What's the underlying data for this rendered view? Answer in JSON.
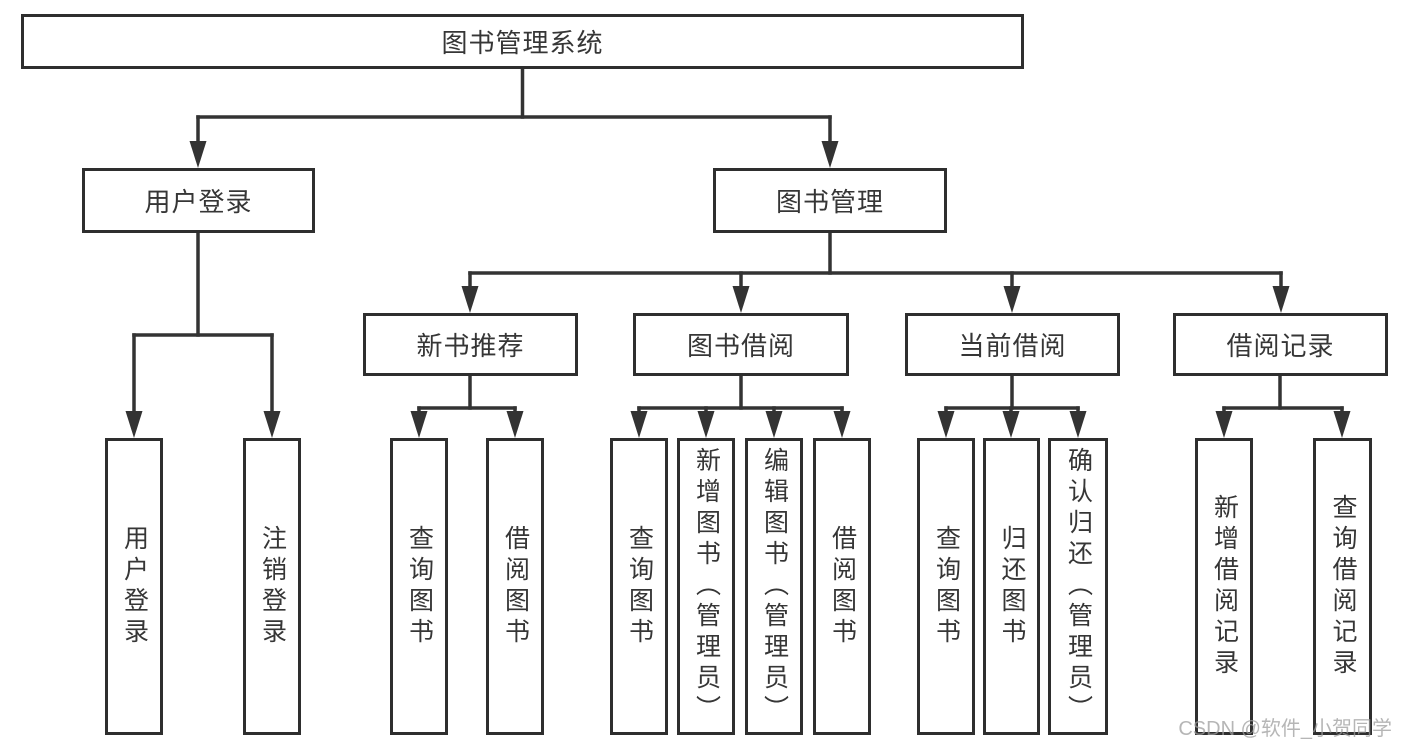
{
  "tree": {
    "label": "图书管理系统",
    "children": [
      {
        "label": "用户登录",
        "children": [
          {
            "label": "用户登录"
          },
          {
            "label": "注销登录"
          }
        ]
      },
      {
        "label": "图书管理",
        "children": [
          {
            "label": "新书推荐",
            "children": [
              {
                "label": "查询图书"
              },
              {
                "label": "借阅图书"
              }
            ]
          },
          {
            "label": "图书借阅",
            "children": [
              {
                "label": "查询图书"
              },
              {
                "label": "新增图书（管理员）"
              },
              {
                "label": "编辑图书（管理员）"
              },
              {
                "label": "借阅图书"
              }
            ]
          },
          {
            "label": "当前借阅",
            "children": [
              {
                "label": "查询图书"
              },
              {
                "label": "归还图书"
              },
              {
                "label": "确认归还（管理员）"
              }
            ]
          },
          {
            "label": "借阅记录",
            "children": [
              {
                "label": "新增借阅记录"
              },
              {
                "label": "查询借阅记录"
              }
            ]
          }
        ]
      }
    ]
  },
  "watermark": {
    "text": "CSDN @软件_小贺同学"
  },
  "colors": {
    "line": "#333333",
    "box_border": "#2e2e2e",
    "text": "#363636",
    "watermark": "#9e9e9e",
    "background": "#ffffff"
  }
}
